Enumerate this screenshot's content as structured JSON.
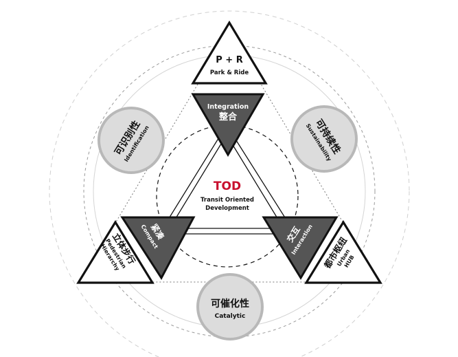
{
  "center": {
    "title": "TOD",
    "subtitle_line1": "Transit Oriented",
    "subtitle_line2": "Development"
  },
  "outer_triangles": {
    "top": {
      "title": "P + R",
      "subtitle": "Park & Ride"
    },
    "left": {
      "cn": "立体步行",
      "en_line1": "Pedestrian",
      "en_line2": "Hierarchy"
    },
    "right": {
      "cn": "都市枢纽",
      "en_line1": "Urban",
      "en_line2": "HUB"
    }
  },
  "inner_triangles": {
    "top": {
      "en": "Integration",
      "cn": "整合"
    },
    "left": {
      "cn": "紧凑",
      "en": "Compact"
    },
    "right": {
      "cn": "交互",
      "en": "Interaction"
    }
  },
  "circles": {
    "left": {
      "cn": "可识别性",
      "en": "Identification"
    },
    "right": {
      "cn": "可持续性",
      "en": "Sustainability"
    },
    "bottom": {
      "cn": "可催化性",
      "en": "Catalytic"
    }
  },
  "colors": {
    "accent": "#c8102e",
    "dark_fill": "#555555",
    "circle_fill": "#dcdcdc",
    "circle_stroke": "#b8b8b8",
    "stroke": "#111111"
  }
}
